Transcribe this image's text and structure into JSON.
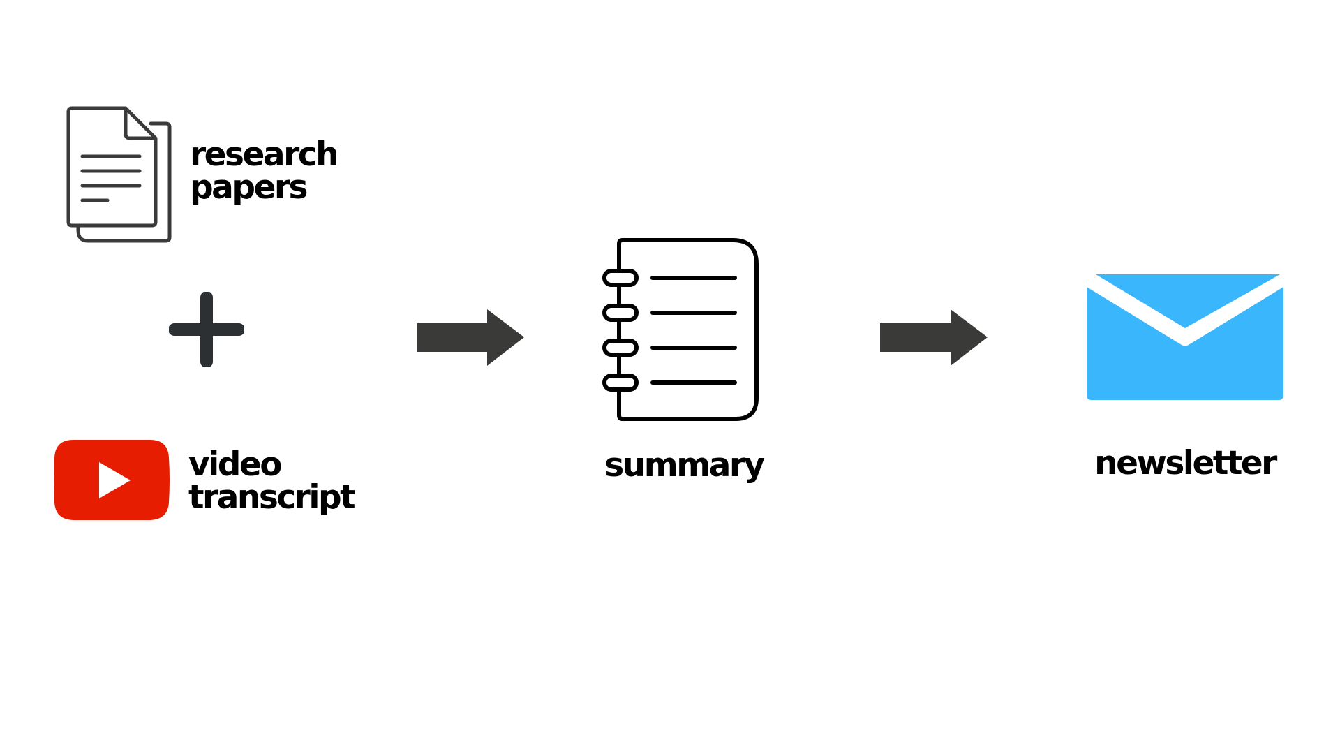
{
  "inputs": {
    "papers": {
      "line1": "research",
      "line2": "papers",
      "icon": "documents-icon"
    },
    "combine_icon": "plus-icon",
    "video": {
      "line1": "video",
      "line2": "transcript",
      "icon": "youtube-icon"
    }
  },
  "summary": {
    "label": "summary",
    "icon": "notebook-icon"
  },
  "newsletter": {
    "label": "newsletter",
    "icon": "envelope-icon"
  },
  "arrows": [
    "arrow-right-icon",
    "arrow-right-icon"
  ],
  "colors": {
    "icon_dark": "#3a3a3a",
    "arrow": "#3a3a38",
    "youtube_red": "#e61d00",
    "envelope_blue": "#3ab6fd",
    "text": "#000000"
  }
}
